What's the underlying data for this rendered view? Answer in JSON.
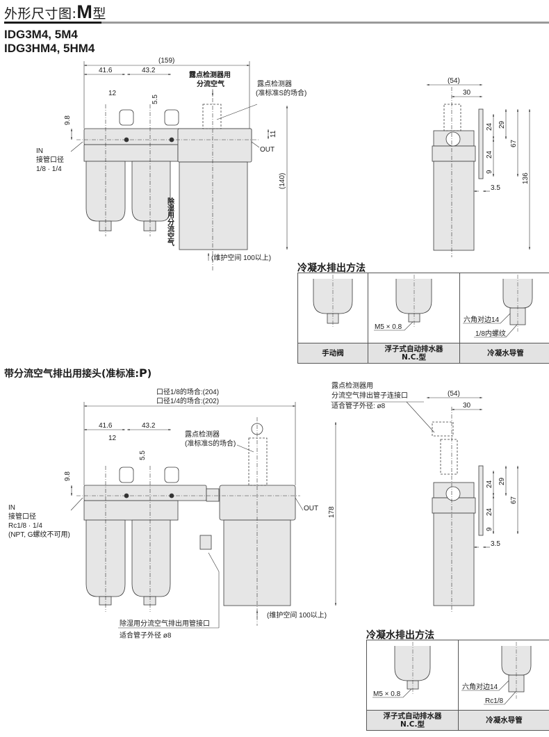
{
  "header": {
    "title_prefix": "外形尺寸图",
    "title_sep": ":",
    "title_big": "M",
    "title_suffix": "型",
    "models": [
      "IDG3M4, 5M4",
      "IDG3HM4, 5HM4"
    ]
  },
  "front_view_m": {
    "dims": {
      "overall": "(159)",
      "pitch1": "41.6",
      "pitch2": "43.2",
      "bracket_width": "12",
      "bracket_offset": "5.5",
      "port_height": "9.8",
      "out_height": "11",
      "height": "(140)"
    },
    "labels": {
      "dew_air_line1": "露点检测器用",
      "dew_air_line2": "分流空气",
      "dew_sensor_line1": "露点检测器",
      "dew_sensor_line2": "(准标准S的场合)",
      "in": "IN",
      "port_size_title": "接管口径",
      "port_size": "1/8 · 1/4",
      "out": "OUT",
      "purge_air": "除湿用分流空气",
      "maintenance": "(维护空间 100以上)"
    }
  },
  "side_view_m": {
    "dims": [
      "(54)",
      "30",
      "24",
      "29",
      "24",
      "67",
      "9",
      "136",
      "3.5"
    ]
  },
  "drain_section_1": {
    "title": "冷凝水排出方法",
    "columns": [
      {
        "caption": "手动阀",
        "caption2": "",
        "notes": []
      },
      {
        "caption": "浮子式自动排水器",
        "caption2": "N.C.型",
        "notes": [
          "M5 × 0.8"
        ]
      },
      {
        "caption": "冷凝水导管",
        "caption2": "",
        "notes": [
          "六角对边14",
          "1/8内螺纹"
        ]
      }
    ]
  },
  "p_section": {
    "title_prefix": "带分流空气排出用接头(准标准",
    "title_sep": ":",
    "title_big": "P",
    "title_suffix": ")",
    "dims": {
      "overall_18": "口径1/8的场合:(204)",
      "overall_14": "口径1/4的场合:(202)",
      "pitch1": "41.6",
      "pitch2": "43.2",
      "bracket_width": "12",
      "bracket_offset": "5.5",
      "port_height": "9.8",
      "height": "178"
    },
    "labels": {
      "dew_sensor_line1": "露点检测器",
      "dew_sensor_line2": "(准标准S的场合)",
      "in": "IN",
      "port_size_title": "接管口径",
      "port_size": "Rc1/8 · 1/4",
      "port_note": "(NPT, G螺纹不可用)",
      "out": "OUT",
      "maintenance": "(维护空间 100以上)",
      "purge_port_line1": "除湿用分流空气排出用管接口",
      "purge_port_line2": "适合管子外径 ø8",
      "dew_port_line1": "露点检测器用",
      "dew_port_line2": "分流空气排出管子连接口",
      "dew_port_line3": "适合管子外径: ø8"
    },
    "side_dims": [
      "(54)",
      "30",
      "24",
      "29",
      "24",
      "67",
      "9",
      "3.5",
      "178"
    ]
  },
  "drain_section_2": {
    "title": "冷凝水排出方法",
    "columns": [
      {
        "caption": "浮子式自动排水器",
        "caption2": "N.C.型",
        "notes": [
          "M5 × 0.8"
        ]
      },
      {
        "caption": "冷凝水导管",
        "caption2": "",
        "notes": [
          "六角对边14",
          "Rc1/8"
        ]
      }
    ]
  },
  "colors": {
    "body_fill": "#e6e6e6",
    "line": "#3a3a3a",
    "caption_fill": "#e3e3e3",
    "rule_gray": "#9a9a9a"
  }
}
